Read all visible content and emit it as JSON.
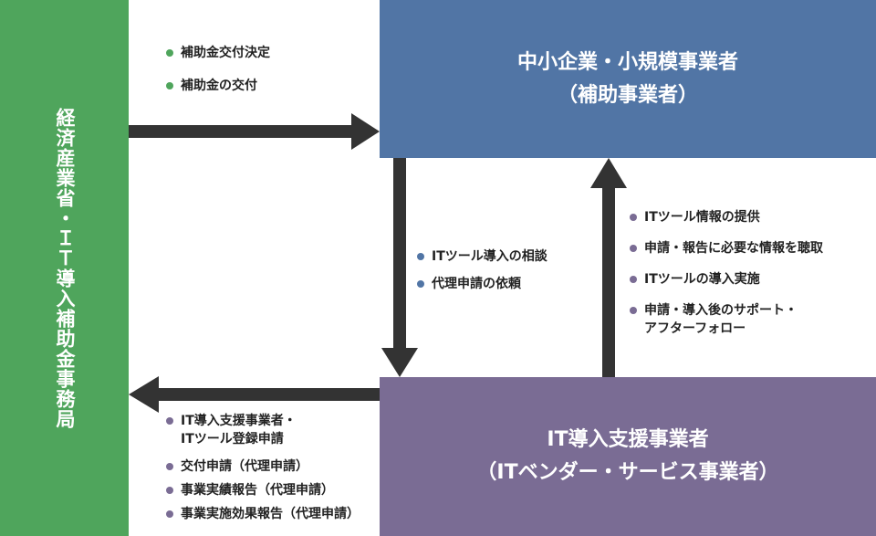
{
  "left_box": {
    "text": "経済産業省・ＩＴ導入補助金事務局"
  },
  "top_box": {
    "line1": "中小企業・小規模事業者",
    "line2": "（補助事業者）"
  },
  "bottom_box": {
    "line1": "IT導入支援事業者",
    "line2": "（ITベンダー・サービス事業者）"
  },
  "gov_to_sme": [
    "補助金交付決定",
    "補助金の交付"
  ],
  "sme_to_vendor": [
    "ITツール導入の相談",
    "代理申請の依頼"
  ],
  "vendor_to_sme": [
    "ITツール情報の提供",
    "申請・報告に必要な情報を聴取",
    "ITツールの導入実施",
    "申請・導入後のサポート・",
    "アフターフォロー"
  ],
  "vendor_to_gov": [
    "IT導入支援事業者・",
    "ITツール登録申請",
    "交付申請（代理申請）",
    "事業実績報告（代理申請）",
    "事業実施効果報告（代理申請）"
  ],
  "colors": {
    "green": "#4fa55c",
    "blue": "#5175a5",
    "purple": "#7a6c94",
    "arrow": "#333333"
  }
}
